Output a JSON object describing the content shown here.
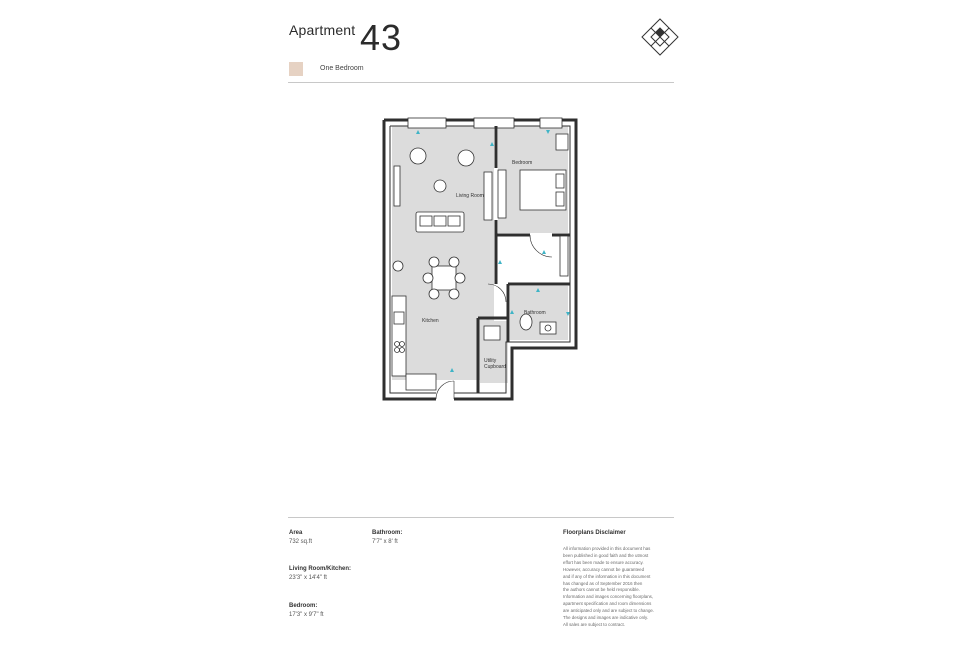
{
  "header": {
    "title_word": "Apartment",
    "title_number": "43",
    "type_label": "One Bedroom",
    "swatch_color": "#e6d2c3"
  },
  "logo": {
    "icon": "diamond-grid-logo-icon"
  },
  "floorplan": {
    "room_labels": {
      "bedroom": "Bedroom",
      "living_room": "Living Room",
      "kitchen": "Kitchen",
      "bathroom": "Bathroom",
      "utility_line1": "Utility",
      "utility_line2": "Cupboard"
    },
    "floor_color": "#dcdcdc",
    "accent_color": "#3fb4c6"
  },
  "specs": {
    "area": {
      "label": "Area",
      "value": "732 sq.ft"
    },
    "living_kitchen": {
      "label": "Living Room/Kitchen:",
      "value": "23'3\" x 14'4\" ft"
    },
    "bedroom": {
      "label": "Bedroom:",
      "value": "17'3\" x 9'7\" ft"
    },
    "bathroom": {
      "label": "Bathroom:",
      "value": "7'7\" x 8' ft"
    }
  },
  "disclaimer": {
    "title": "Floorplans Disclaimer",
    "lines": [
      "All information provided in this document has",
      "been published in good faith and the utmost",
      "effort has been made to ensure accuracy.",
      "However, accuracy cannot be guaranteed",
      "and if any of the information in this document",
      "has changed as of September 2016 then",
      "the authors cannot be held responsible.",
      "Information and images concerning floorplans,",
      "apartment specification and room dimensions",
      "are anticipated only and are subject to change.",
      "The designs and images are indicative only.",
      "All sales are subject to contract."
    ]
  }
}
